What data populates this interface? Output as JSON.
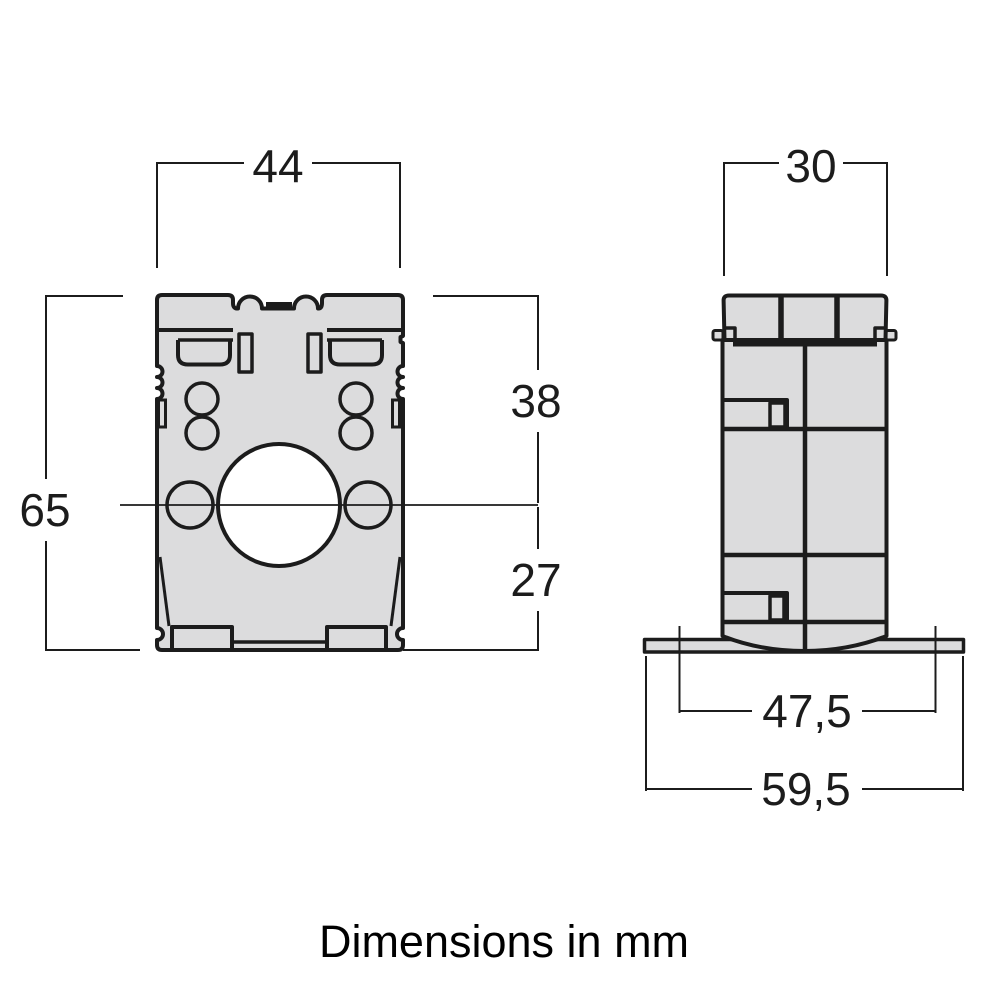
{
  "diagram": {
    "caption": "Dimensions in mm",
    "front_view": {
      "dim_width": "44",
      "dim_height": "65",
      "dim_top_to_center": "38",
      "dim_center_to_bottom": "27"
    },
    "side_view": {
      "dim_width": "30",
      "dim_flange_inner": "47,5",
      "dim_flange_overall": "59,5"
    },
    "colors": {
      "line": "#1c1c1c",
      "body_fill": "#dcdcdd",
      "background": "#ffffff"
    }
  }
}
